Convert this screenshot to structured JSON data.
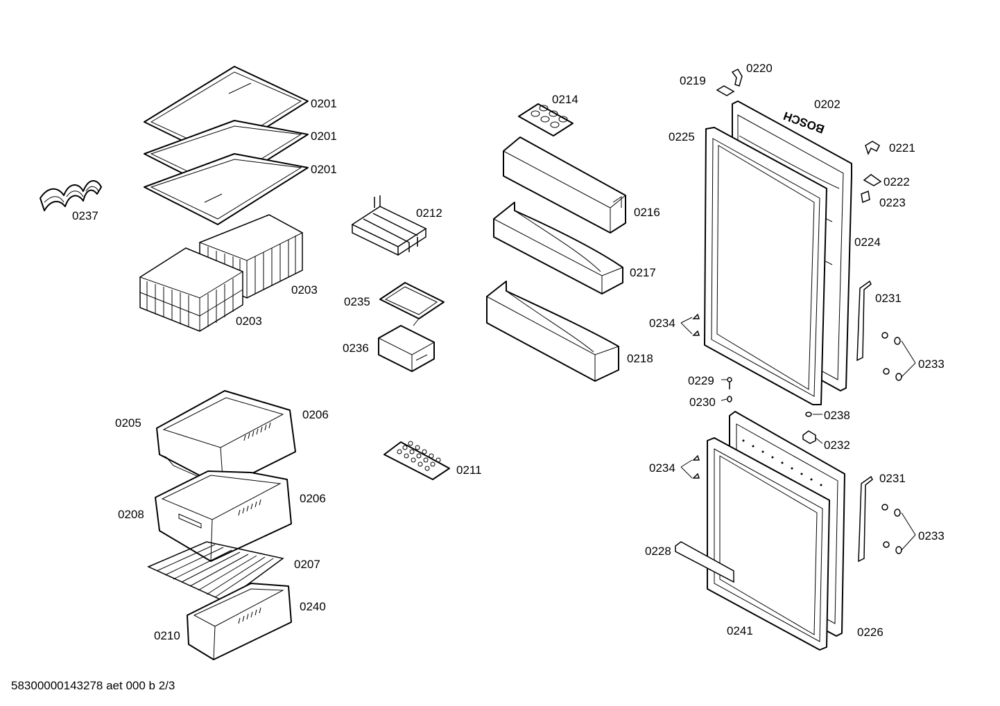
{
  "footer": "58300000143278 aet 000 b 2/3",
  "brand": "BOSCH",
  "labels": [
    {
      "id": "l0201a",
      "text": "0201"
    },
    {
      "id": "l0201b",
      "text": "0201"
    },
    {
      "id": "l0201c",
      "text": "0201"
    },
    {
      "id": "l0237",
      "text": "0237"
    },
    {
      "id": "l0203a",
      "text": "0203"
    },
    {
      "id": "l0203b",
      "text": "0203"
    },
    {
      "id": "l0212",
      "text": "0212"
    },
    {
      "id": "l0235",
      "text": "0235"
    },
    {
      "id": "l0236",
      "text": "0236"
    },
    {
      "id": "l0214",
      "text": "0214"
    },
    {
      "id": "l0216",
      "text": "0216"
    },
    {
      "id": "l0217",
      "text": "0217"
    },
    {
      "id": "l0218",
      "text": "0218"
    },
    {
      "id": "l0205",
      "text": "0205"
    },
    {
      "id": "l0206a",
      "text": "0206"
    },
    {
      "id": "l0206b",
      "text": "0206"
    },
    {
      "id": "l0208",
      "text": "0208"
    },
    {
      "id": "l0207",
      "text": "0207"
    },
    {
      "id": "l0240",
      "text": "0240"
    },
    {
      "id": "l0210",
      "text": "0210"
    },
    {
      "id": "l0211",
      "text": "0211"
    },
    {
      "id": "l0220",
      "text": "0220"
    },
    {
      "id": "l0219",
      "text": "0219"
    },
    {
      "id": "l0202",
      "text": "0202"
    },
    {
      "id": "l0225",
      "text": "0225"
    },
    {
      "id": "l0221",
      "text": "0221"
    },
    {
      "id": "l0222",
      "text": "0222"
    },
    {
      "id": "l0223",
      "text": "0223"
    },
    {
      "id": "l0224",
      "text": "0224"
    },
    {
      "id": "l0231a",
      "text": "0231"
    },
    {
      "id": "l0234a",
      "text": "0234"
    },
    {
      "id": "l0233a",
      "text": "0233"
    },
    {
      "id": "l0229",
      "text": "0229"
    },
    {
      "id": "l0230",
      "text": "0230"
    },
    {
      "id": "l0238",
      "text": "0238"
    },
    {
      "id": "l0232",
      "text": "0232"
    },
    {
      "id": "l0234b",
      "text": "0234"
    },
    {
      "id": "l0231b",
      "text": "0231"
    },
    {
      "id": "l0233b",
      "text": "0233"
    },
    {
      "id": "l0228",
      "text": "0228"
    },
    {
      "id": "l0241",
      "text": "0241"
    },
    {
      "id": "l0226",
      "text": "0226"
    }
  ]
}
